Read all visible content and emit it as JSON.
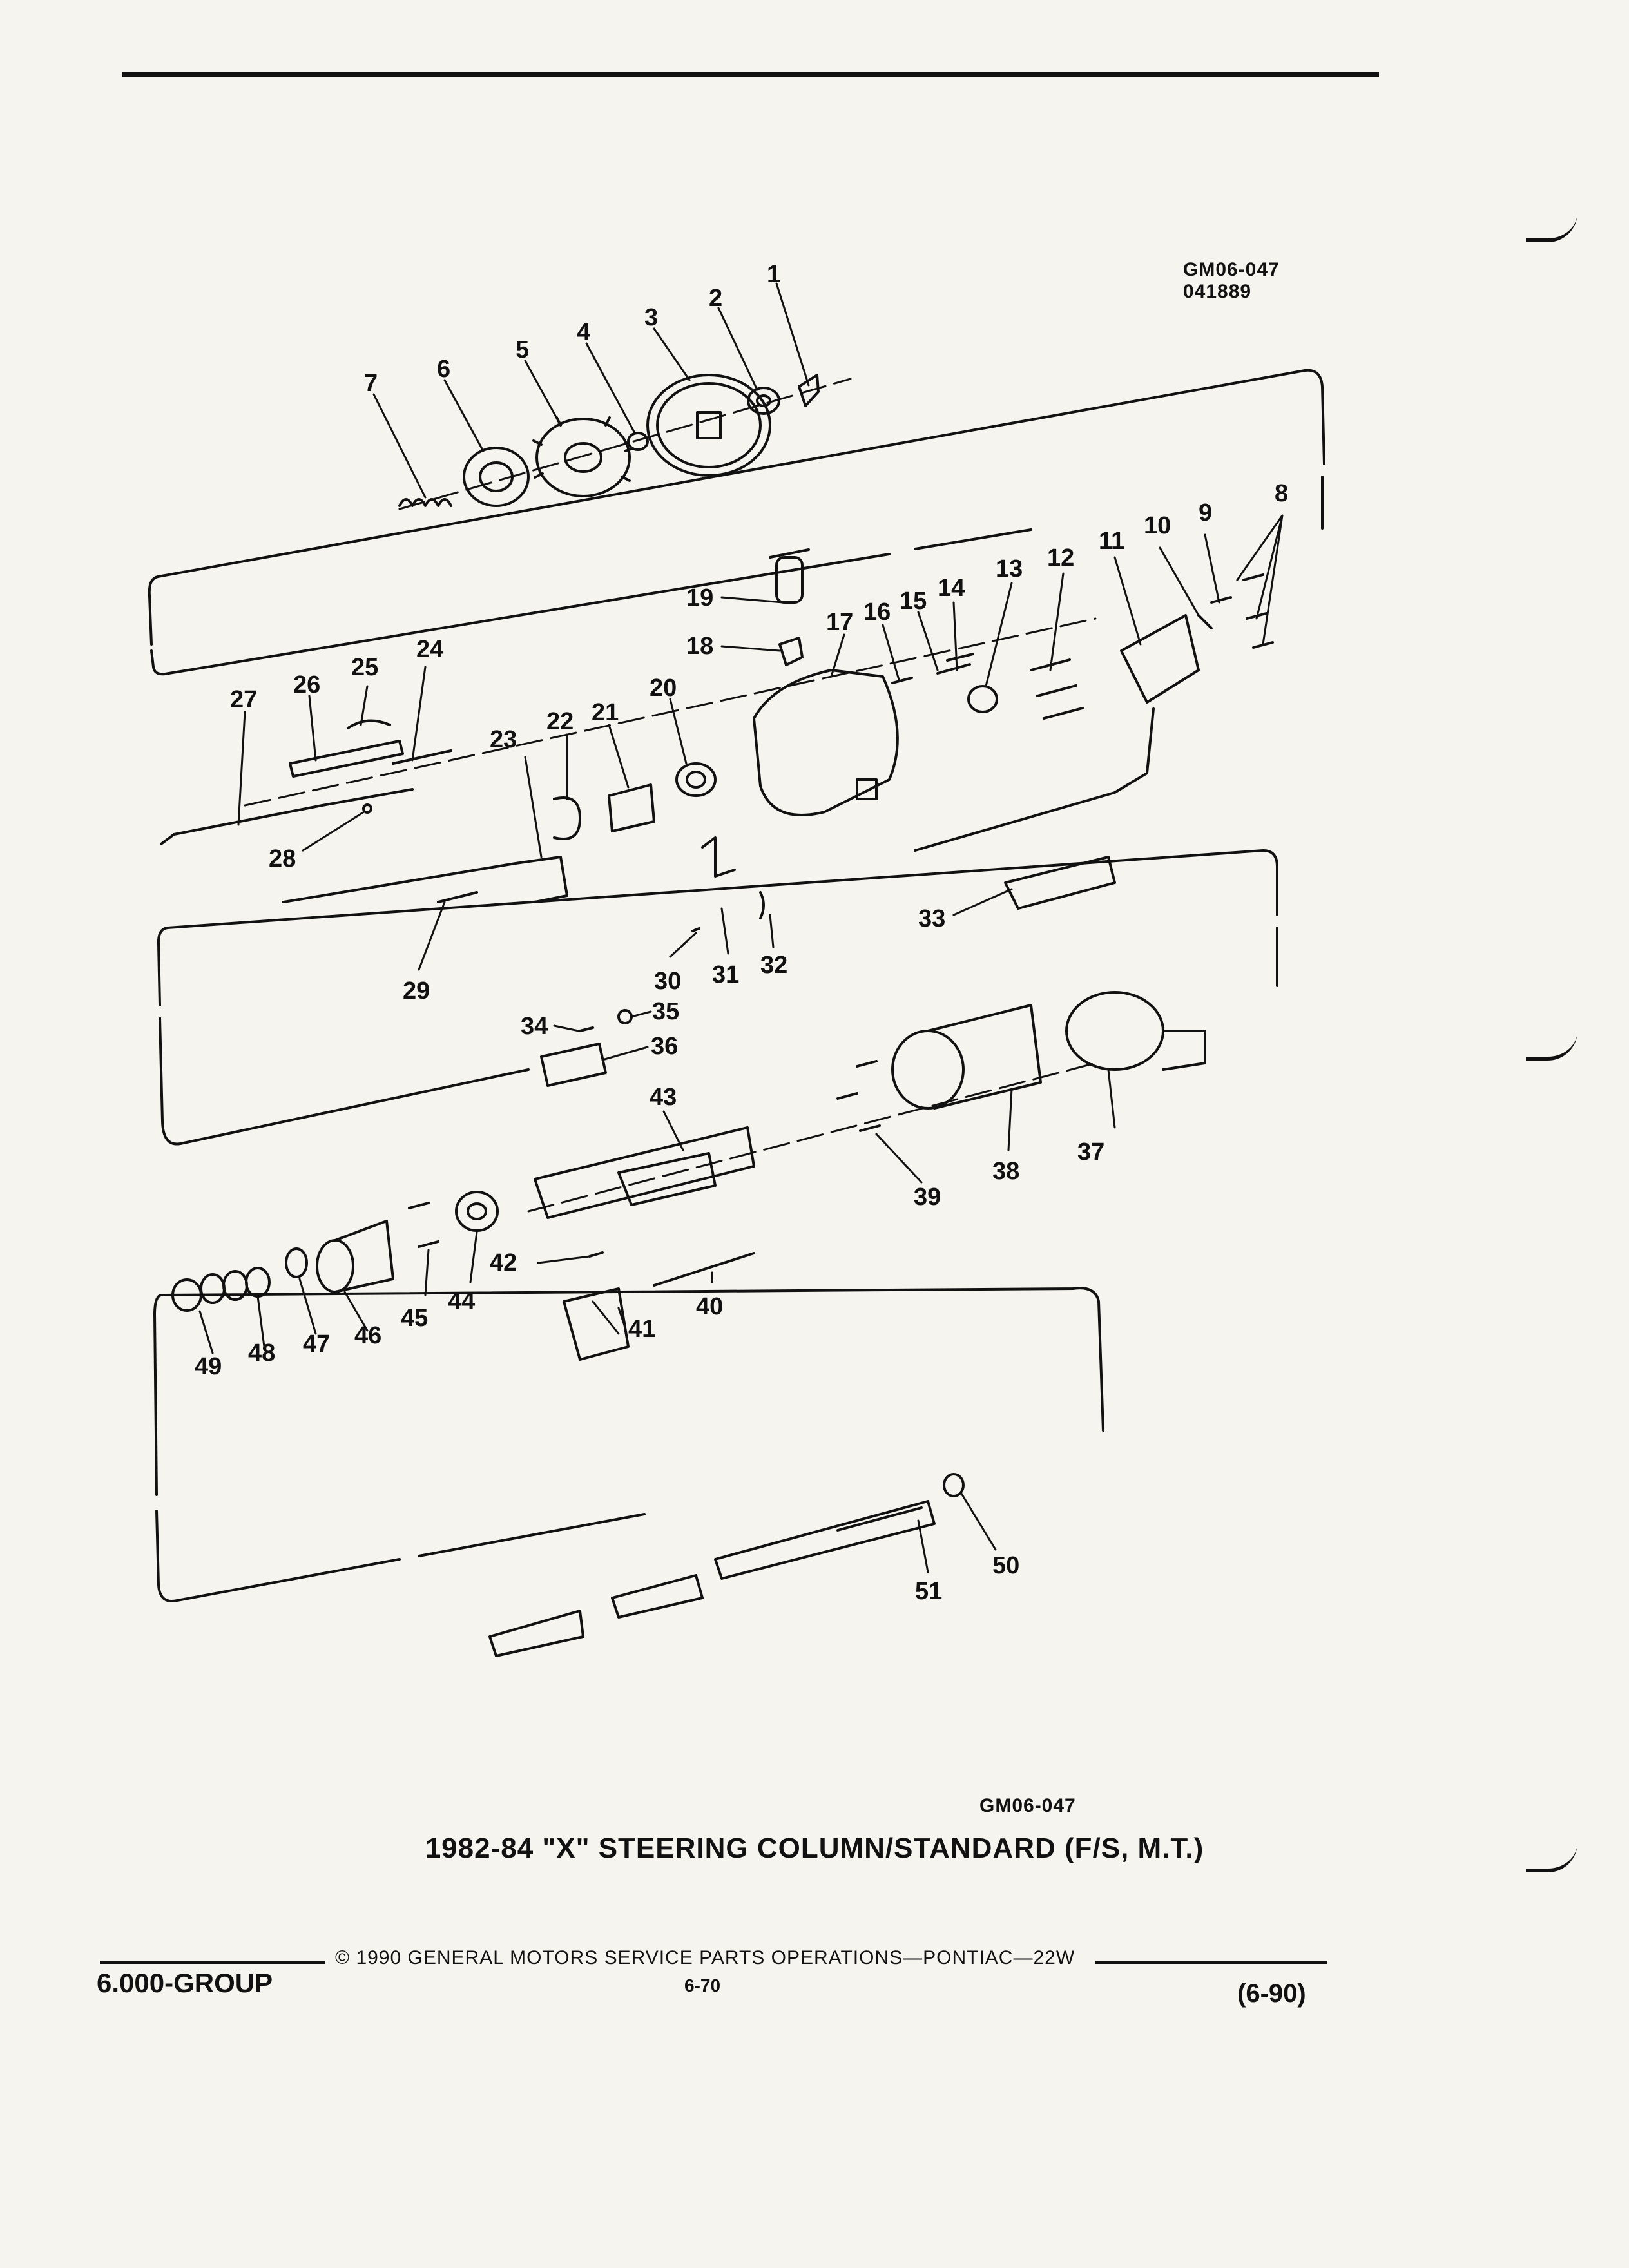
{
  "header": {
    "code": "GM06-047",
    "ref": "041889"
  },
  "callouts": [
    "1",
    "2",
    "3",
    "4",
    "5",
    "6",
    "7",
    "8",
    "9",
    "10",
    "11",
    "12",
    "13",
    "14",
    "15",
    "16",
    "17",
    "18",
    "19",
    "20",
    "21",
    "22",
    "23",
    "24",
    "25",
    "26",
    "27",
    "28",
    "29",
    "30",
    "31",
    "32",
    "33",
    "34",
    "35",
    "36",
    "37",
    "38",
    "39",
    "40",
    "41",
    "42",
    "43",
    "44",
    "45",
    "46",
    "47",
    "48",
    "49",
    "50",
    "51"
  ],
  "figure": {
    "code": "GM06-047",
    "caption": "1982-84 \"X\" STEERING COLUMN/STANDARD (F/S, M.T.)"
  },
  "footer": {
    "group": "6.000-GROUP",
    "copyright": "© 1990 GENERAL MOTORS SERVICE PARTS OPERATIONS—PONTIAC—22W",
    "page": "6-70",
    "revision": "(6-90)"
  }
}
